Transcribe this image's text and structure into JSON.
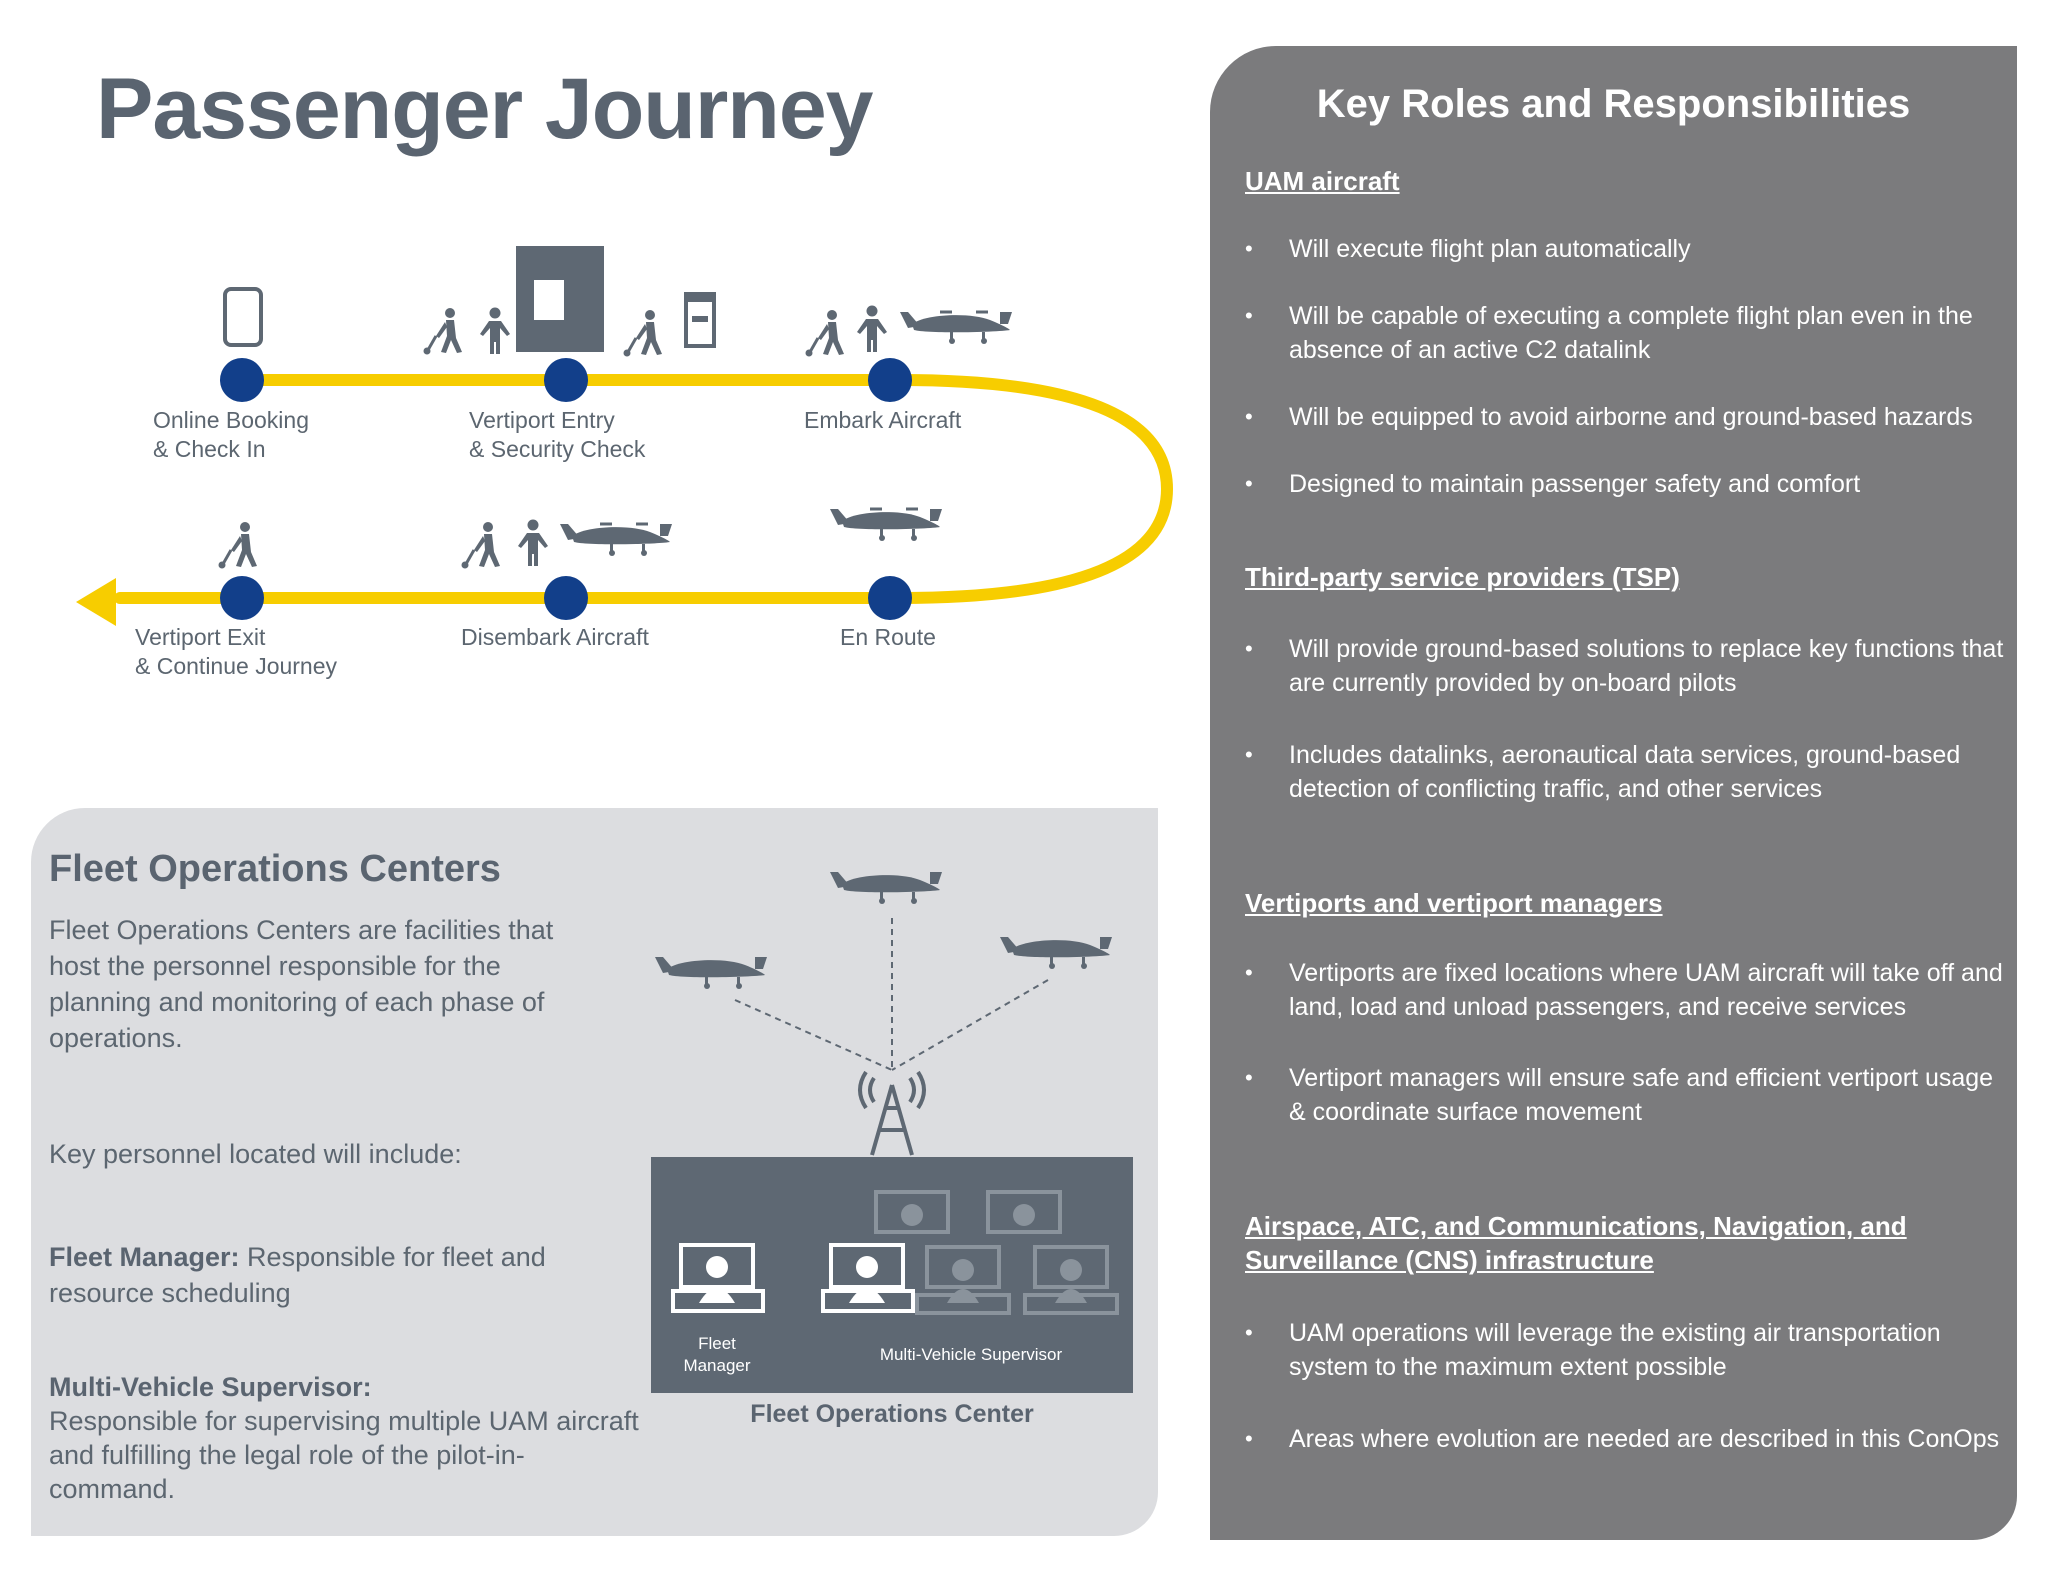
{
  "journey": {
    "title": "Passenger Journey",
    "stops_top": [
      {
        "line1": "Online Booking",
        "line2": "& Check In"
      },
      {
        "line1": "Vertiport Entry",
        "line2": "& Security Check"
      },
      {
        "line1": "Embark Aircraft",
        "line2": ""
      }
    ],
    "stops_bottom": [
      {
        "line1": "Vertiport Exit",
        "line2": "& Continue Journey"
      },
      {
        "line1": "Disembark Aircraft",
        "line2": ""
      },
      {
        "line1": "En Route",
        "line2": ""
      }
    ],
    "colors": {
      "path": "#f7cd00",
      "node": "#123f8a",
      "icon": "#5e6873"
    }
  },
  "fleet": {
    "title": "Fleet Operations Centers",
    "description": "Fleet Operations Centers are facilities that host the personnel responsible for the planning and monitoring of each phase of operations.",
    "key_personnel": "Key personnel located will include:",
    "manager_label": "Fleet Manager:",
    "manager_desc": " Responsible for fleet and resource scheduling",
    "supervisor_label": "Multi-Vehicle Supervisor:",
    "supervisor_desc": "Responsible for supervising multiple UAM aircraft and fulfilling the legal role of the pilot-in-command.",
    "diagram": {
      "manager_line1": "Fleet",
      "manager_line2": "Manager",
      "supervisor": "Multi-Vehicle Supervisor",
      "caption": "Fleet Operations Center"
    }
  },
  "roles": {
    "title": "Key Roles and Responsibilities",
    "sections": [
      {
        "heading": "UAM aircraft",
        "bullets": [
          "Will execute flight plan automatically",
          "Will be capable of executing a complete flight plan even in the absence of an active C2 datalink",
          "Will be equipped to avoid airborne and ground-based hazards",
          "Designed to maintain passenger safety and comfort"
        ]
      },
      {
        "heading": "Third-party service providers (TSP)",
        "bullets": [
          "Will provide ground-based solutions to replace key functions that are currently provided by on-board pilots",
          "Includes datalinks, aeronautical data services, ground-based detection of conflicting traffic, and other services"
        ]
      },
      {
        "heading": "Vertiports and vertiport managers",
        "bullets": [
          "Vertiports are fixed locations where UAM aircraft will take off and land, load and unload passengers, and receive services",
          "Vertiport managers will ensure safe and efficient vertiport usage & coordinate surface movement"
        ]
      },
      {
        "heading": "Airspace, ATC, and Communications, Navigation, and Surveillance (CNS) infrastructure",
        "bullets": [
          "UAM operations will leverage the existing air transportation system to the maximum extent possible",
          "Areas where evolution are needed are described in this ConOps"
        ]
      }
    ]
  }
}
